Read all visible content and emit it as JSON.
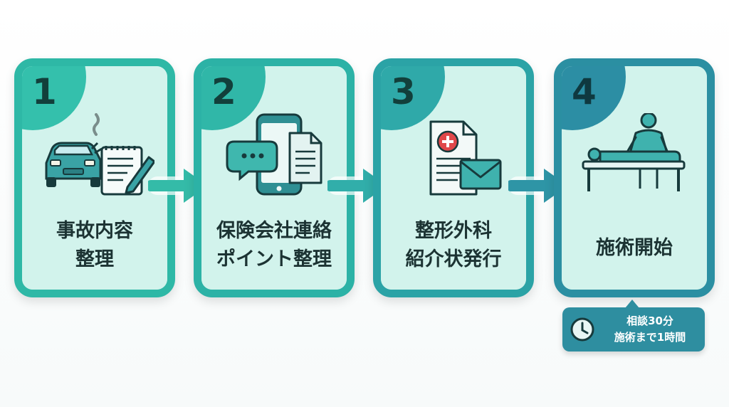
{
  "steps": [
    {
      "number": "1",
      "label_line1": "事故内容",
      "label_line2": "整理",
      "icon": "car-accident-notepad-icon"
    },
    {
      "number": "2",
      "label_line1": "保険会社連絡",
      "label_line2": "ポイント整理",
      "icon": "phone-chat-document-icon"
    },
    {
      "number": "3",
      "label_line1": "整形外科",
      "label_line2": "紹介状発行",
      "icon": "medical-document-envelope-icon"
    },
    {
      "number": "4",
      "label_line1": "施術開始",
      "label_line2": "",
      "icon": "therapist-massage-icon"
    }
  ],
  "callout": {
    "line1": "相談30分",
    "line2": "施術まで1時間",
    "icon": "clock-icon"
  },
  "colors": {
    "card_bg": "#d2f3ec",
    "step1": "#2eb8a6",
    "step2": "#2cb2a6",
    "step3": "#2ba3a6",
    "step4": "#2b8fa2",
    "arrow": "#2fb7a7",
    "callout_bg": "#2e8ea0"
  }
}
